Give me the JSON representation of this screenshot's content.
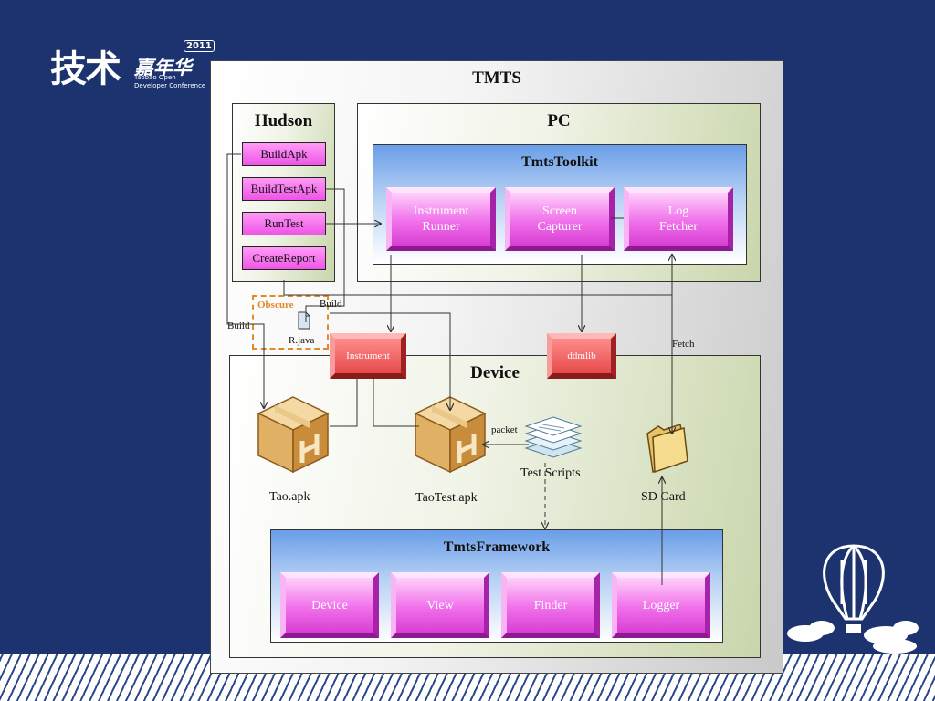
{
  "logo": {
    "main": "技术",
    "mid": "嘉年华",
    "year": "2011",
    "sub_line1": "Taobao Open",
    "sub_line2": "Developer Conference"
  },
  "diagram": {
    "title": "TMTS",
    "hudson": {
      "title": "Hudson",
      "buttons": [
        "BuildApk",
        "BuildTestApk",
        "RunTest",
        "CreateReport"
      ]
    },
    "pc": {
      "title": "PC",
      "toolkit": {
        "title": "TmtsToolkit",
        "tools": [
          {
            "line1": "Instrument",
            "line2": "Runner"
          },
          {
            "line1": "Screen",
            "line2": "Capturer"
          },
          {
            "line1": "Log",
            "line2": "Fetcher"
          }
        ]
      }
    },
    "obscure": {
      "label": "Obscure",
      "file": "R.java"
    },
    "edge_labels": {
      "build_left": "Build",
      "build_top": "Build",
      "fetch": "Fetch",
      "packet": "packet"
    },
    "bridges": {
      "instrument": "Instrument",
      "ddmlib": "ddmlib"
    },
    "device": {
      "title": "Device",
      "items": {
        "tao": "Tao.apk",
        "taotest": "TaoTest.apk",
        "scripts": "Test Scripts",
        "sdcard": "SD Card"
      },
      "framework": {
        "title": "TmtsFramework",
        "modules": [
          "Device",
          "View",
          "Finder",
          "Logger"
        ]
      }
    }
  },
  "colors": {
    "background": "#1c3370",
    "accent_magenta": "#ee55e6",
    "bridge_red": "#e64a4a",
    "obscure_orange": "#e08a2a"
  }
}
